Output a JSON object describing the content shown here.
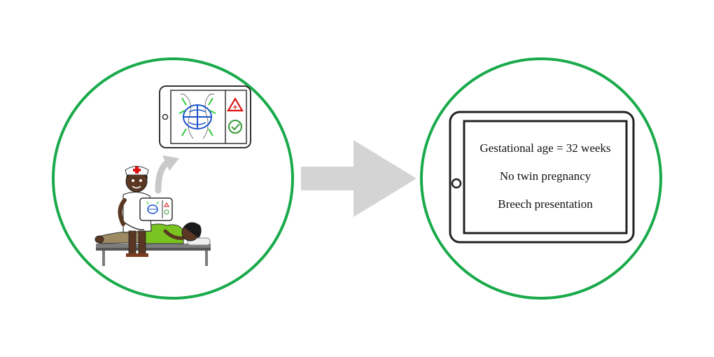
{
  "diagram": {
    "accent_green": "#1aaa4b",
    "arrow_gray": "#d4d4d4",
    "tablet_text": {
      "line1": "Gestational age = 32 weeks",
      "line2": "No twin pregnancy",
      "line3": "Breech presentation"
    },
    "icons": [
      "nurse-figure",
      "patient-figure",
      "exam-table",
      "ultrasound-probe",
      "warning-icon",
      "check-icon",
      "tablet-icon",
      "right-arrow-icon"
    ]
  }
}
